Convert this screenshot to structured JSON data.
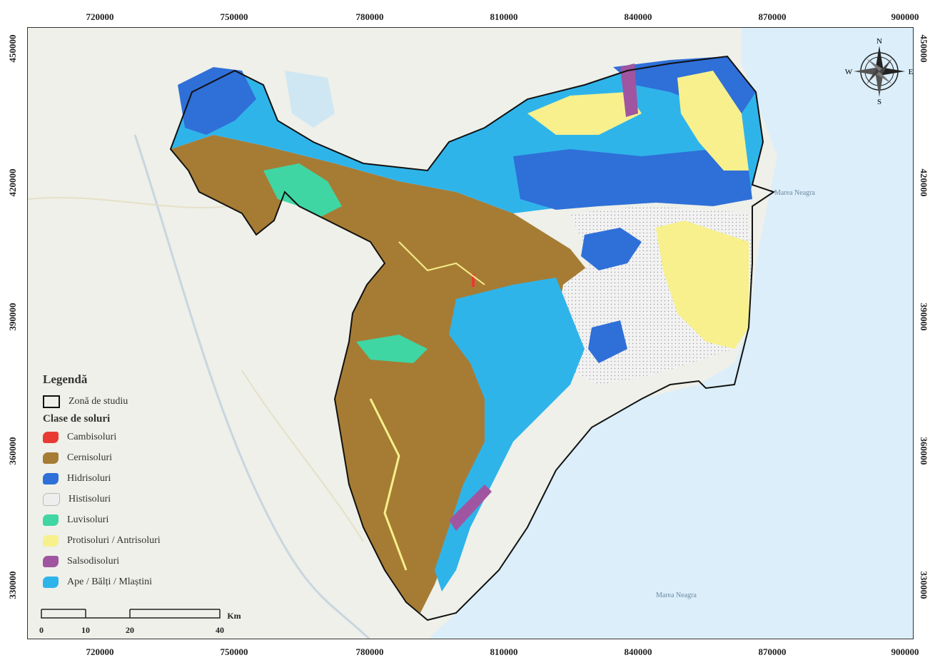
{
  "map": {
    "x_ticks": [
      "720000",
      "750000",
      "780000",
      "810000",
      "840000",
      "870000",
      "900000"
    ],
    "y_ticks": [
      "450000",
      "420000",
      "390000",
      "360000",
      "330000"
    ],
    "sea_labels": [
      "Marea Neagra",
      "Marea Neagra"
    ]
  },
  "legend": {
    "title": "Legendă",
    "study_zone": "Zonă de studiu",
    "classes_title": "Clase de soluri",
    "items": [
      {
        "label": "Cambisoluri",
        "color": "#e83a33"
      },
      {
        "label": "Cernisoluri",
        "color": "#a67c34"
      },
      {
        "label": "Hidrisoluri",
        "color": "#2f6fd8"
      },
      {
        "label": "Histisoluri",
        "color": "#eeeeee"
      },
      {
        "label": "Luvisoluri",
        "color": "#3fd6a4"
      },
      {
        "label": "Protisoluri / Antrisoluri",
        "color": "#f7f08c"
      },
      {
        "label": "Salsodisoluri",
        "color": "#a055a0"
      },
      {
        "label": "Ape / Bălți / Mlaștini",
        "color": "#2fb4ea"
      }
    ]
  },
  "scale": {
    "unit": "Km",
    "labels": [
      "0",
      "10",
      "20",
      "40"
    ]
  },
  "compass": {
    "n": "N",
    "s": "S",
    "e": "E",
    "w": "W"
  },
  "colors": {
    "sea": "#dbeefa",
    "land": "#eef0e9",
    "outline": "#111111"
  }
}
